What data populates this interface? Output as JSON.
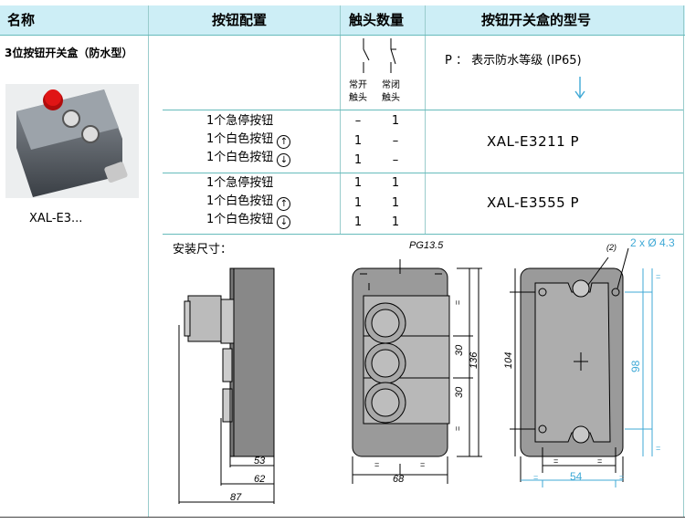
{
  "header": {
    "col_name": "名称",
    "col_config": "按钮配置",
    "col_contacts": "触头数量",
    "col_model": "按钮开关盒的型号"
  },
  "product": {
    "title": "3位按钮开关盒（防水型）",
    "caption": "XAL-E3..."
  },
  "contacts_legend": {
    "no_label_1": "常开",
    "no_label_2": "触头",
    "nc_label_1": "常闭",
    "nc_label_2": "触头"
  },
  "protection_note": "P ： 表示防水等级 (IP65)",
  "rows": [
    {
      "buttons": [
        "1个急停按钮",
        "1个白色按钮",
        "1个白色按钮"
      ],
      "no": [
        "–",
        "1",
        "1"
      ],
      "nc": [
        "1",
        "–",
        "–"
      ],
      "model": "XAL-E3211 P"
    },
    {
      "buttons": [
        "1个急停按钮",
        "1个白色按钮",
        "1个白色按钮"
      ],
      "no": [
        "1",
        "1",
        "1"
      ],
      "nc": [
        "1",
        "1",
        "1"
      ],
      "model": "XAL-E3555 P"
    }
  ],
  "dimensions": {
    "title": "安装尺寸：",
    "pg": "PG13.5",
    "d53": "53",
    "d62": "62",
    "d68": "68",
    "d87": "87",
    "d30a": "30",
    "d30b": "30",
    "d136": "136",
    "d104": "104",
    "d98": "98",
    "d54": "54",
    "hole": "2 x Ø 4.3",
    "two": "(2)",
    "eq": "="
  },
  "colors": {
    "header_bg": "#cdeef6",
    "rule": "#66bbbb",
    "dim_blue": "#3fa9d6",
    "arrow": "#3fa9d6"
  }
}
